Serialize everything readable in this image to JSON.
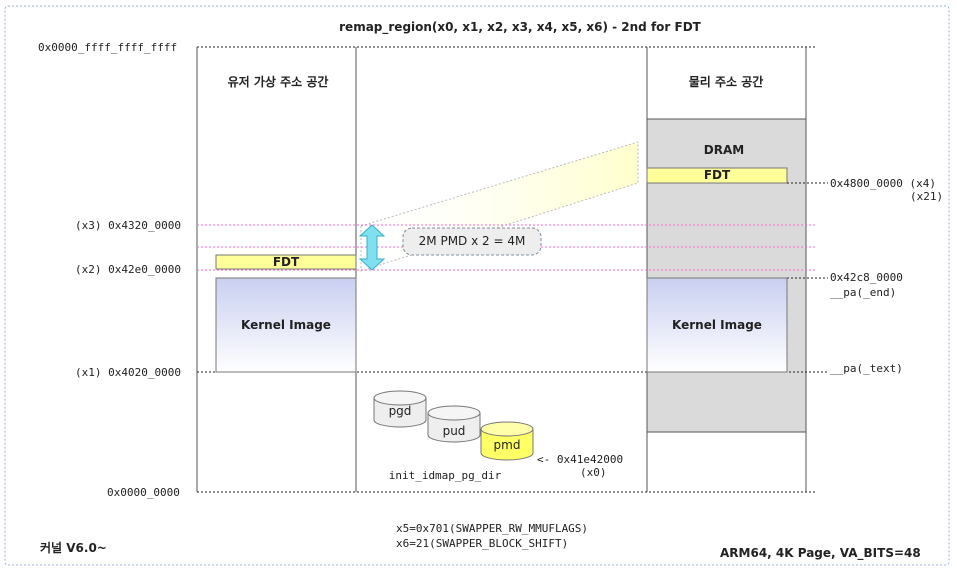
{
  "title": "remap_region(x0, x1, x2, x3, x4, x5, x6) - 2nd for FDT",
  "left_panel": {
    "heading": "유저 가상 주소 공간",
    "fdt_label": "FDT",
    "kernel_label": "Kernel Image",
    "addr_top": "0x0000_ffff_ffff_ffff",
    "addr_x3": "(x3) 0x4320_0000",
    "addr_x2": "(x2) 0x42e0_0000",
    "addr_x1": "(x1) 0x4020_0000",
    "addr_bottom": "0x0000_0000"
  },
  "right_panel": {
    "heading": "물리 주소 공간",
    "dram_label": "DRAM",
    "fdt_label": "FDT",
    "kernel_label": "Kernel Image",
    "addr_x4": "0x4800_0000 (x4)",
    "addr_x4_reg": "(x21)",
    "addr_end": "0x42c8_0000",
    "addr_end_sym": "__pa(_end)",
    "addr_text_sym": "__pa(_text)"
  },
  "middle": {
    "pmd_callout": "2M PMD x 2 = 4M",
    "tables": [
      "pgd",
      "pud",
      "pmd"
    ],
    "dir_label": "init_idmap_pg_dir",
    "pmd_pointer": "<- 0x41e42000",
    "pmd_pointer_reg": "(x0)"
  },
  "footer": {
    "params_line1": "x5=0x701(SWAPPER_RW_MMUFLAGS)",
    "params_line2": "x6=21(SWAPPER_BLOCK_SHIFT)",
    "kernel_version": "커널 V6.0~",
    "arch_info": "ARM64, 4K Page, VA_BITS=48"
  },
  "colors": {
    "fdt_fill": "#ffff99",
    "kernel_fill": "#eef0fa",
    "dram_fill": "#dadada",
    "arrow_fill": "#7fe0ef",
    "dotted_guide": "#ff66cc",
    "frame_border": "#9bb3d4"
  }
}
